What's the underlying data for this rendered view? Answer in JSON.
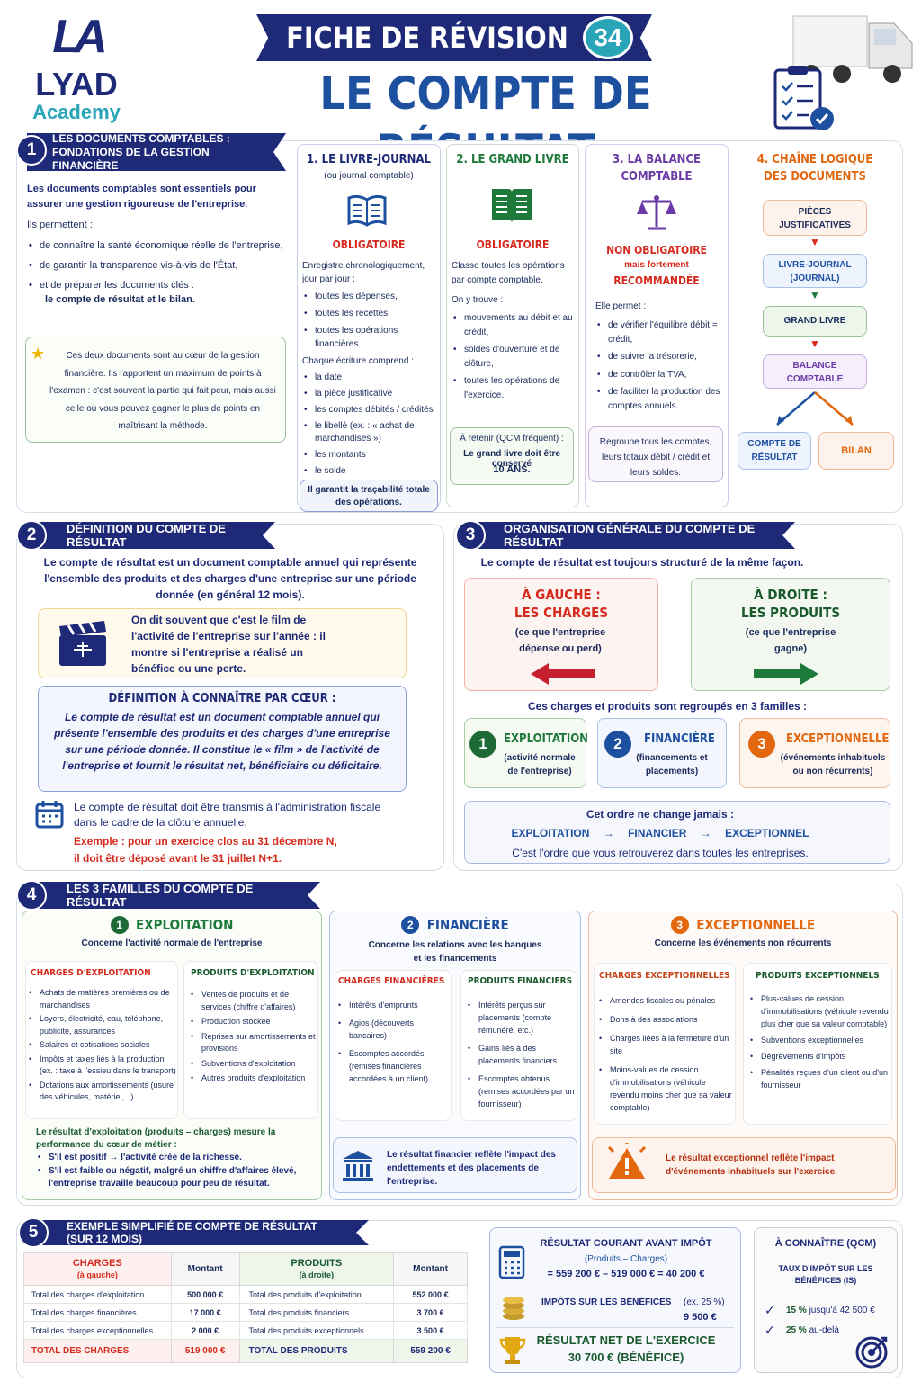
{
  "logo": {
    "mark": "LA",
    "name": "LYAD",
    "sub": "Academy"
  },
  "header": {
    "fiche": "FICHE DE RÉVISION",
    "num": "34",
    "title": "LE COMPTE DE RÉSULTAT"
  },
  "s1": {
    "num": "1",
    "title1": "LES DOCUMENTS COMPTABLES :",
    "title2": "FONDATIONS DE LA GESTION FINANCIÈRE",
    "intro": "Les documents comptables sont essentiels pour assurer une gestion rigoureuse de l'entreprise.",
    "permet": "Ils permettent :",
    "items": [
      "de connaître la santé économique réelle de l'entreprise,",
      "de garantir la transparence vis-à-vis de l'État,",
      "et de préparer les documents clés :"
    ],
    "keydocs": "le compte de résultat et le bilan.",
    "star": "Ces deux documents sont au cœur de la gestion financière. Ils rapportent un maximum de points à l'examen : c'est souvent la partie qui fait peur, mais aussi celle où vous pouvez gagner le plus de points en maîtrisant la méthode."
  },
  "c1": {
    "title": "1. LE LIVRE-JOURNAL",
    "sub": "(ou journal comptable)",
    "status": "OBLIGATOIRE",
    "desc": "Enregistre chronologiquement, jour par jour :",
    "items": [
      "toutes les dépenses,",
      "toutes les recettes,",
      "toutes les opérations financières."
    ],
    "desc2": "Chaque écriture comprend :",
    "items2": [
      "la date",
      "la pièce justificative",
      "les comptes débités / crédités",
      "le libellé (ex. : « achat de marchandises »)",
      "les montants",
      "le solde"
    ],
    "note": "Il garantit la traçabilité totale des opérations."
  },
  "c2": {
    "title": "2. LE GRAND LIVRE",
    "status": "OBLIGATOIRE",
    "desc": "Classe toutes les opérations par compte comptable.",
    "desc2": "On y trouve :",
    "items": [
      "mouvements au débit et au crédit,",
      "soldes d'ouverture et de clôture,",
      "toutes les opérations de l'exercice."
    ],
    "note1": "À retenir (QCM fréquent) :",
    "note2": "Le grand livre doit être conservé",
    "note3": "10 ANS."
  },
  "c3": {
    "title1": "3. LA BALANCE",
    "title2": "COMPTABLE",
    "status": "NON OBLIGATOIRE",
    "status2": "mais fortement",
    "status3": "RECOMMANDÉE",
    "desc": "Elle permet :",
    "items": [
      "de vérifier l'équilibre débit = crédit,",
      "de suivre la trésorerie,",
      "de contrôler la TVA,",
      "de faciliter la production des comptes annuels."
    ],
    "note": "Regroupe tous les comptes, leurs totaux débit / crédit et leurs soldes."
  },
  "c4": {
    "title1": "4. CHAÎNE LOGIQUE",
    "title2": "DES DOCUMENTS",
    "steps": [
      "PIÈCES JUSTIFICATIVES",
      "LIVRE-JOURNAL (JOURNAL)",
      "GRAND LIVRE",
      "BALANCE COMPTABLE"
    ],
    "end1": "COMPTE DE RÉSULTAT",
    "end2": "BILAN"
  },
  "s2": {
    "num": "2",
    "title": "DÉFINITION DU COMPTE DE RÉSULTAT",
    "intro": "Le compte de résultat est un document comptable annuel qui représente l'ensemble des produits et des charges d'une entreprise sur une période donnée (en général 12 mois).",
    "film": "On dit souvent que c'est le film de l'activité de l'entreprise sur l'année : il montre si l'entreprise a réalisé un bénéfice ou une perte.",
    "defTitle": "DÉFINITION À CONNAÎTRE PAR CŒUR :",
    "def": "Le compte de résultat est un document comptable annuel qui présente l'ensemble des produits et des charges d'une entreprise sur une période donnée. Il constitue le « film » de l'activité de l'entreprise et fournit le résultat net, bénéficiaire ou déficitaire.",
    "fisc": "Le compte de résultat doit être transmis à l'administration fiscale dans le cadre de la clôture annuelle.",
    "ex": "Exemple : pour un exercice clos au 31 décembre N, il doit être déposé avant le 31 juillet N+1."
  },
  "s3": {
    "num": "3",
    "title": "ORGANISATION GÉNÉRALE DU COMPTE DE RÉSULTAT",
    "intro": "Le compte de résultat est toujours structuré de la même façon.",
    "left1": "À GAUCHE :",
    "left2": "LES CHARGES",
    "left3": "(ce que l'entreprise dépense ou perd)",
    "right1": "À DROITE :",
    "right2": "LES PRODUITS",
    "right3": "(ce que l'entreprise gagne)",
    "fam": "Ces charges et produits sont regroupés en 3 familles :",
    "f1": "EXPLOITATION",
    "f1d": "(activité normale de l'entreprise)",
    "f2": "FINANCIÈRE",
    "f2d": "(financements et placements)",
    "f3": "EXCEPTIONNELLE",
    "f3d": "(événements inhabituels ou non récurrents)",
    "order": "Cet ordre ne change jamais :",
    "o1": "EXPLOITATION",
    "o2": "FINANCIER",
    "o3": "EXCEPTIONNEL",
    "orderEnd": "C'est l'ordre que vous retrouverez dans toutes les entreprises.",
    "n1": "1",
    "n2": "2",
    "n3": "3",
    "arrow": "→"
  },
  "s4": {
    "num": "4",
    "title": "LES 3 FAMILLES DU COMPTE DE RÉSULTAT",
    "e": {
      "n": "1",
      "title": "EXPLOITATION",
      "sub": "Concerne l'activité normale de l'entreprise",
      "ch": "CHARGES D'EXPLOITATION",
      "chItems": [
        "Achats de matières premières ou de marchandises",
        "Loyers, électricité, eau, téléphone, publicité, assurances",
        "Salaires et cotisations sociales",
        "Impôts et taxes liés à la production (ex. : taxe à l'essieu dans le transport)",
        "Dotations aux amortissements (usure des véhicules, matériel,...)"
      ],
      "pr": "PRODUITS D'EXPLOITATION",
      "prItems": [
        "Ventes de produits et de services (chiffre d'affaires)",
        "Production stockée",
        "Reprises sur amortissements et provisions",
        "Subventions d'exploitation",
        "Autres produits d'exploitation"
      ],
      "note": "Le résultat d'exploitation (produits – charges) mesure la performance du cœur de métier :",
      "noteItems": [
        "S'il est positif → l'activité crée de la richesse.",
        "S'il est faible ou négatif, malgré un chiffre d'affaires élevé, l'entreprise travaille beaucoup pour peu de résultat."
      ]
    },
    "f": {
      "n": "2",
      "title": "FINANCIÈRE",
      "sub": "Concerne les relations avec les banques et les financements",
      "ch": "CHARGES FINANCIÈRES",
      "chItems": [
        "Intérêts d'emprunts",
        "Agios (découverts bancaires)",
        "Escomptes accordés (remises financières accordées à un client)"
      ],
      "pr": "PRODUITS FINANCIERS",
      "prItems": [
        "Intérêts perçus sur placements (compte rémunéré, etc.)",
        "Gains liés à des placements financiers",
        "Escomptes obtenus (remises accordées par un fournisseur)"
      ],
      "note": "Le résultat financier reflète l'impact des endettements et des placements de l'entreprise."
    },
    "x": {
      "n": "3",
      "title": "EXCEPTIONNELLE",
      "sub": "Concerne les événements non récurrents",
      "ch": "CHARGES EXCEPTIONNELLES",
      "chItems": [
        "Amendes fiscales ou pénales",
        "Dons à des associations",
        "Charges liées à la fermeture d'un site",
        "Moins-values de cession d'immobilisations (véhicule revendu moins cher que sa valeur comptable)"
      ],
      "pr": "PRODUITS EXCEPTIONNELS",
      "prItems": [
        "Plus-values de cession d'immobilisations (véhicule revendu plus cher que sa valeur comptable)",
        "Subventions exceptionnelles",
        "Dégrèvements d'impôts",
        "Pénalités reçues d'un client ou d'un fournisseur"
      ],
      "note": "Le résultat exceptionnel reflète l'impact d'événements inhabituels sur l'exercice."
    }
  },
  "s5": {
    "num": "5",
    "title": "EXEMPLE SIMPLIFIÉ DE COMPTE DE RÉSULTAT (SUR 12 MOIS)",
    "hCh": "CHARGES",
    "hChSub": "(à gauche)",
    "hMont": "Montant",
    "hPr": "PRODUITS",
    "hPrSub": "(à droite)",
    "rows": [
      [
        "Total des charges d'exploitation",
        "500 000 €",
        "Total des produits d'exploitation",
        "552 000 €"
      ],
      [
        "Total des charges financières",
        "17 000 €",
        "Total des produits financiers",
        "3 700 €"
      ],
      [
        "Total des charges exceptionnelles",
        "2 000 €",
        "Total des produits exceptionnels",
        "3 500 €"
      ]
    ],
    "totCh": "TOTAL DES CHARGES",
    "totChV": "519 000 €",
    "totPr": "TOTAL DES PRODUITS",
    "totPrV": "559 200 €",
    "rc1": "RÉSULTAT COURANT AVANT IMPÔT",
    "rc2": "(Produits – Charges)",
    "rc3": "= 559 200 € – 519 000 € = 40 200 €",
    "imp1": "IMPÔTS SUR LES BÉNÉFICES",
    "imp2": "(ex. 25 %)",
    "imp3": "9 500 €",
    "rn1": "RÉSULTAT NET DE L'EXERCICE",
    "rn2": "30 700 € (BÉNÉFICE)",
    "q1": "À CONNAÎTRE (QCM)",
    "q2": "TAUX D'IMPÔT SUR LES BÉNÉFICES (IS)",
    "q3a": "15 %",
    "q3b": "jusqu'à 42 500 €",
    "q4a": "25 %",
    "q4b": "au-delà"
  },
  "colors": {
    "navy": "#1e2a78",
    "red": "#d52b1e",
    "green": "#1d7a3a",
    "purple": "#6a3aa6",
    "orange": "#e2670f"
  }
}
